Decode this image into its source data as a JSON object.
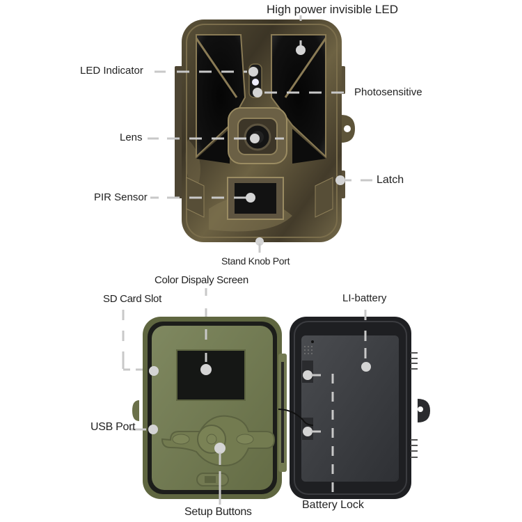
{
  "diagram": {
    "title": "Trail camera parts diagram",
    "front_view": {
      "labels": {
        "high_power_led": "High power invisible LED",
        "led_indicator": "LED Indicator",
        "photosensitive": "Photosensitive",
        "lens": "Lens",
        "latch": "Latch",
        "pir_sensor": "PIR Sensor",
        "stand_knob_port": "Stand Knob Port"
      }
    },
    "open_view": {
      "labels": {
        "color_display_screen": "Color Dispaly Screen",
        "sd_card_slot": "SD Card Slot",
        "li_battery": "LI-battery",
        "usb_port": "USB Port",
        "setup_buttons": "Setup Buttons",
        "battery_lock": "Battery Lock"
      }
    },
    "colors": {
      "camo_dark": "#3b3424",
      "camo_light": "#8a7d5a",
      "housing_green": "#6e7550",
      "panel_green": "#7c8458",
      "lid_black": "#1f2022",
      "battery_gray": "#3a3c40",
      "leader_line": "#c8c8c8",
      "text": "#222222"
    }
  }
}
